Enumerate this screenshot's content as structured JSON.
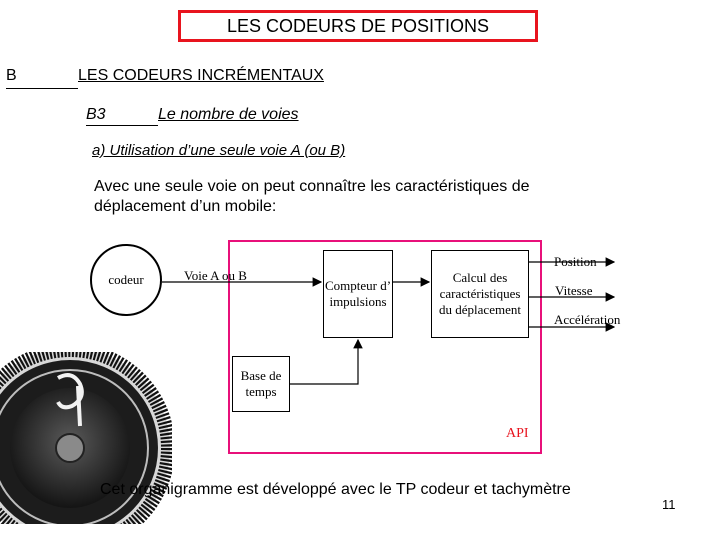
{
  "header": {
    "title": "LES CODEURS DE POSITIONS",
    "title_border_color": "#e8141e"
  },
  "section": {
    "letter": "B",
    "title": "LES CODEURS INCRÉMENTAUX"
  },
  "subsection": {
    "number": "B3",
    "title": "Le nombre de voies"
  },
  "part": {
    "title": "a)  Utilisation d’une seule voie A (ou B)"
  },
  "paragraph": {
    "text": "Avec une seule voie on peut connaître les caractéristiques de déplacement d’un mobile:"
  },
  "diagram": {
    "frame_color": "#e8107a",
    "codeur": "codeur",
    "voie": "Voie A ou B",
    "compteur": "Compteur d’ impulsions",
    "calcul": "Calcul des caractéristiques du déplacement",
    "base_temps": "Base de temps",
    "outputs": [
      "Position",
      "Vitesse",
      "Accélération"
    ],
    "api": "API"
  },
  "footer": {
    "text": "Cet organigramme est développé avec le TP codeur et tachymètre",
    "page_number": "11"
  }
}
